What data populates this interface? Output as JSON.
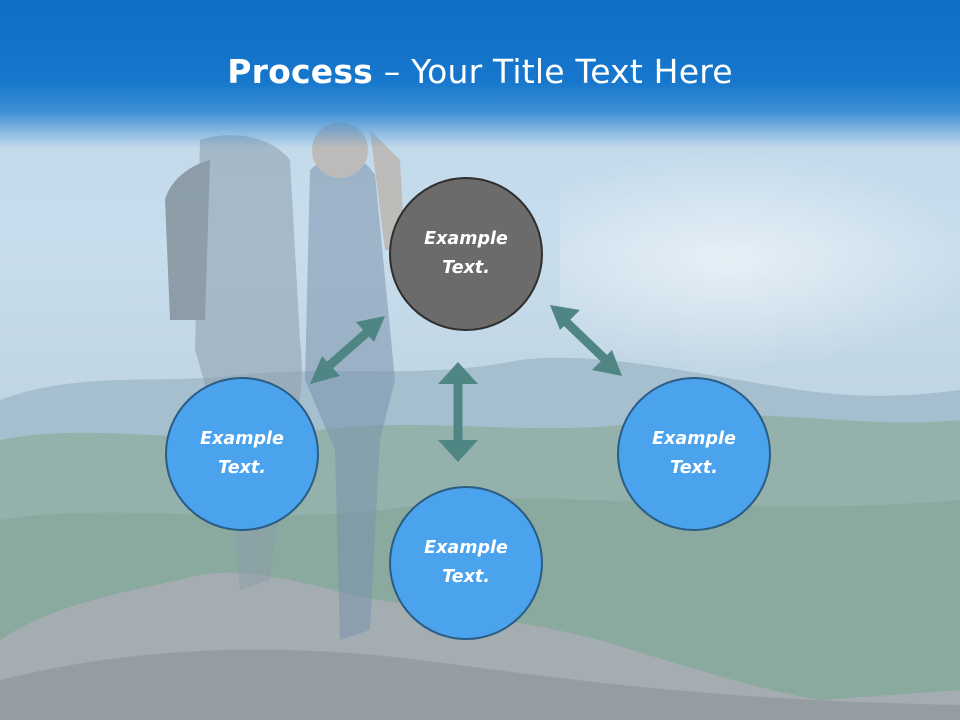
{
  "title": {
    "bold": "Process",
    "rest": " – Your Title Text Here"
  },
  "nodes": {
    "top": {
      "label": "Example\nText."
    },
    "left": {
      "label": "Example\nText."
    },
    "bottom": {
      "label": "Example\nText."
    },
    "right": {
      "label": "Example\nText."
    }
  },
  "colors": {
    "title_bar": "#0e6ec4",
    "node_blue": "#4aa3ec",
    "node_dark": "#6b6b6b",
    "arrow": "#4f8684"
  }
}
